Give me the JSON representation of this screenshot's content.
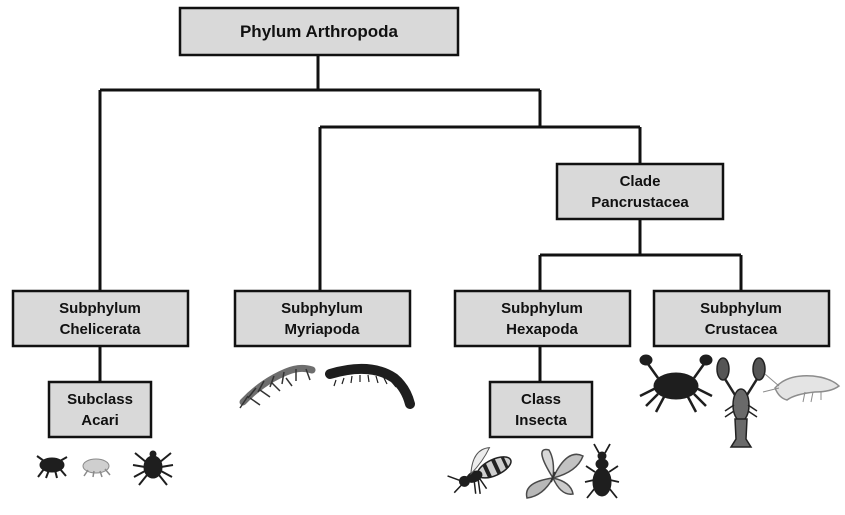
{
  "diagram": {
    "root": {
      "label": "Phylum Arthropoda"
    },
    "pancrustacea": {
      "line1": "Clade",
      "line2": "Pancrustacea"
    },
    "chelicerata": {
      "line1": "Subphylum",
      "line2": "Chelicerata"
    },
    "myriapoda": {
      "line1": "Subphylum",
      "line2": "Myriapoda"
    },
    "hexapoda": {
      "line1": "Subphylum",
      "line2": "Hexapoda"
    },
    "crustacea": {
      "line1": "Subphylum",
      "line2": "Crustacea"
    },
    "acari": {
      "line1": "Subclass",
      "line2": "Acari"
    },
    "insecta": {
      "line1": "Class",
      "line2": "Insecta"
    }
  },
  "icons": {
    "acari": [
      "mite-icon",
      "white-mite-icon",
      "tick-icon"
    ],
    "myriapoda": [
      "centipede-icon",
      "millipede-icon"
    ],
    "insecta": [
      "wasp-icon",
      "butterfly-icon",
      "beetle-icon"
    ],
    "crustacea": [
      "crab-icon",
      "lobster-icon",
      "shrimp-icon"
    ]
  },
  "colors": {
    "node_fill": "#d9d9d9",
    "line": "#111111"
  }
}
